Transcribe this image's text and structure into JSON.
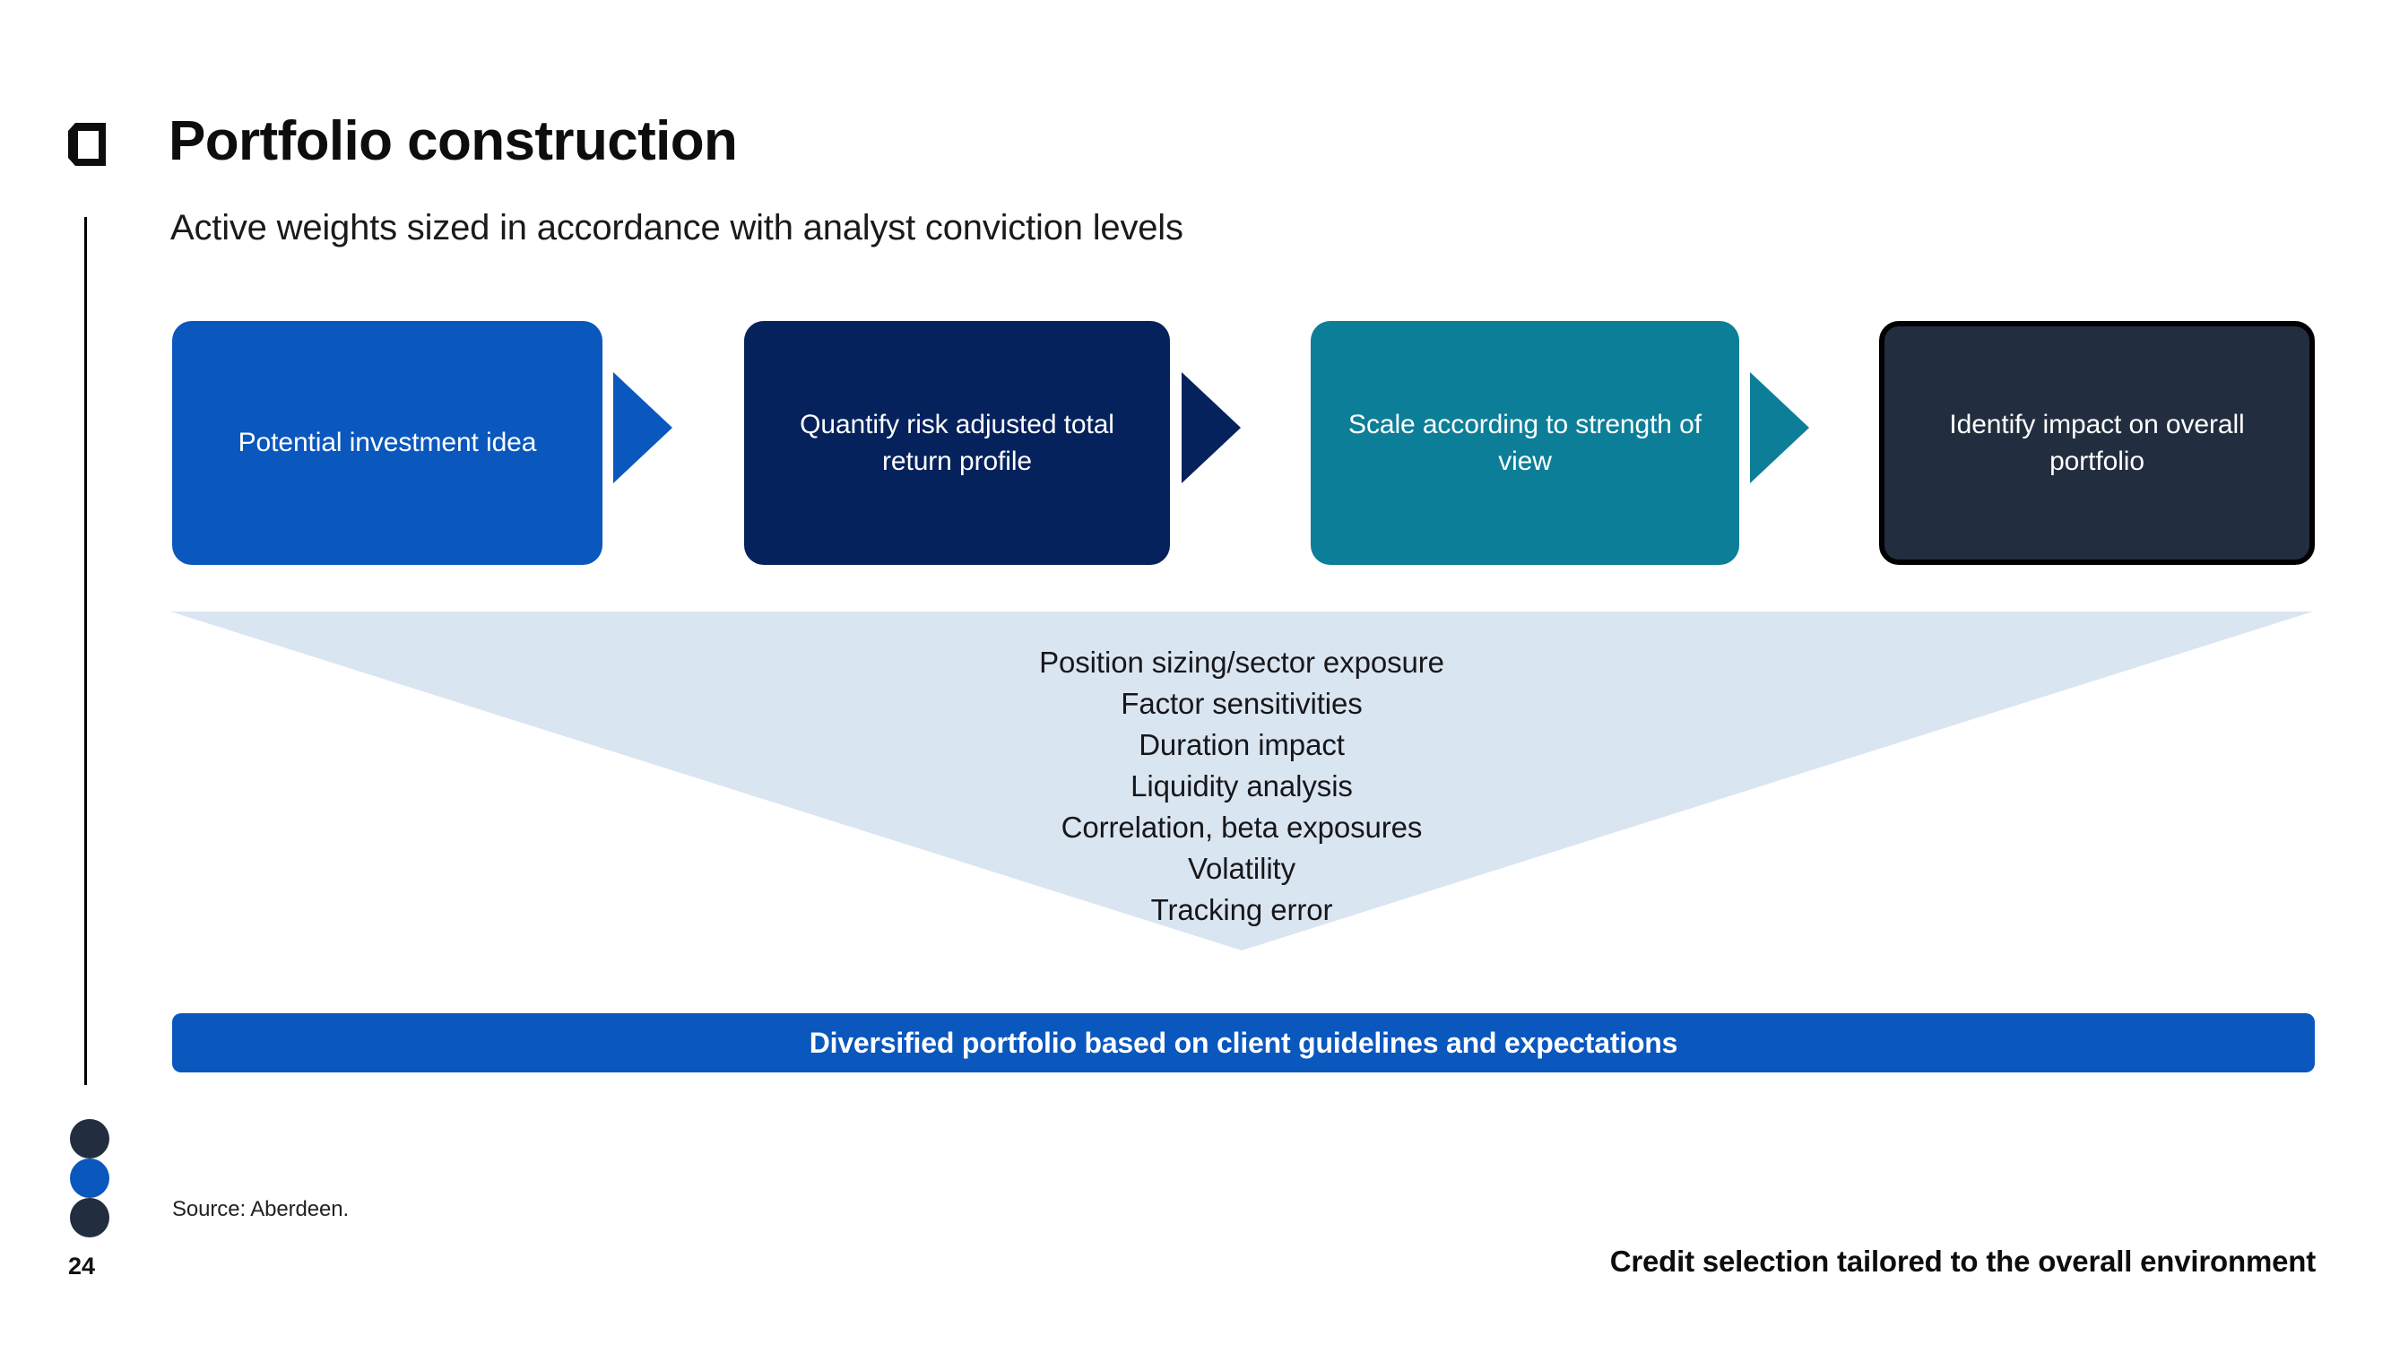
{
  "header": {
    "logo_icon": "aberdeen-a-mark-icon",
    "title": "Portfolio construction",
    "subtitle": "Active weights sized in accordance with analyst conviction levels"
  },
  "colors": {
    "brand_blue": "#0a57be",
    "navy": "#05225c",
    "teal": "#0c7e98",
    "charcoal": "#222e3f",
    "pale_blue": "#dae5f2",
    "white": "#ffffff",
    "black": "#000000"
  },
  "process": {
    "steps": [
      {
        "label": "Potential investment idea",
        "color": "#0a57be"
      },
      {
        "label": "Quantify risk adjusted total return profile",
        "color": "#05225c"
      },
      {
        "label": "Scale according to strength of view",
        "color": "#0c7e98"
      },
      {
        "label": "Identify impact on overall portfolio",
        "color": "#222e3f"
      }
    ],
    "arrow_icon": "chevron-right-arrow-icon"
  },
  "funnel": {
    "fill": "#dae5f2",
    "items": [
      "Position sizing/sector exposure",
      "Factor sensitivities",
      "Duration impact",
      "Liquidity analysis",
      "Correlation, beta exposures",
      "Volatility",
      "Tracking error"
    ]
  },
  "outcome": {
    "label": "Diversified portfolio based on client guidelines and expectations"
  },
  "footer": {
    "dots": [
      "#222e3f",
      "#0a57be",
      "#222e3f"
    ],
    "source": "Source: Aberdeen.",
    "page_number": "24",
    "tagline": "Credit selection tailored to the overall environment"
  }
}
